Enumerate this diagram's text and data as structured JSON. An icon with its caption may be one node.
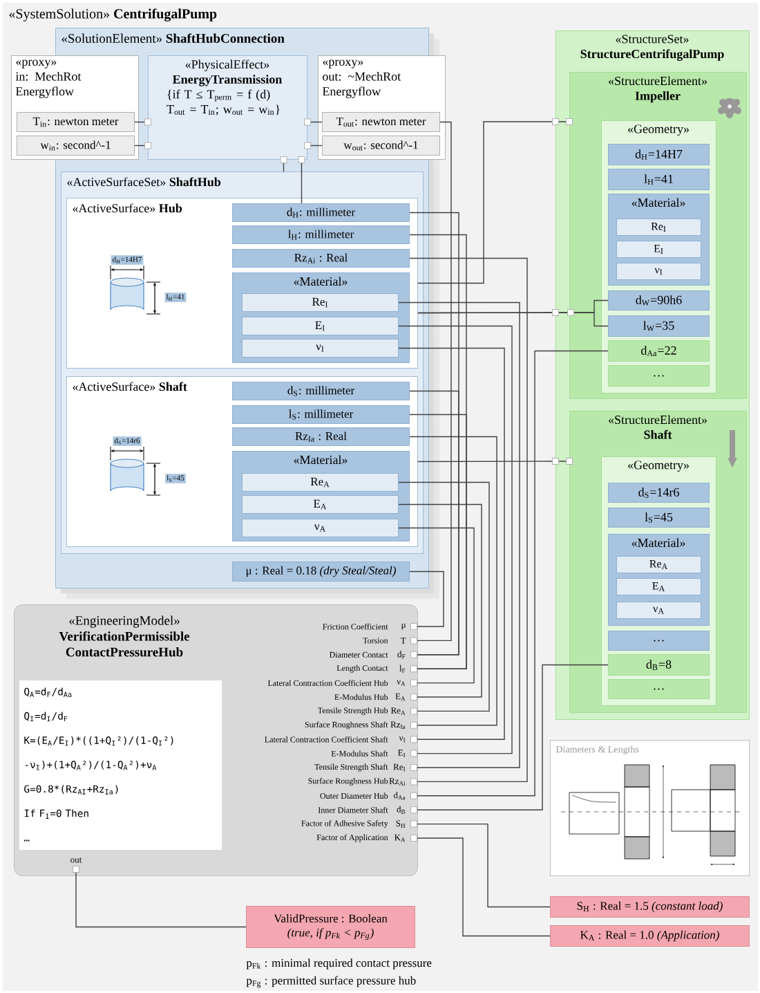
{
  "diagram": {
    "nodes": [
      {
        "text": [
          "«SystemSolution» **CentrifugalPump**"
        ]
      },
      {
        "text": [
          "«SolutionElement» **ShaftHubConnection**"
        ],
        "in": 0
      },
      {
        "text": [
          "«proxy»",
          "in: MechRot Energyflow"
        ],
        "in": 0
      },
      {
        "text": [
          "T$_{in}$: newton meter"
        ],
        "in": 2
      },
      {
        "text": [
          "w$_{in}$: second^-1"
        ],
        "in": 2
      },
      {
        "text": [
          "«PhysicalEffect»",
          "EnergyTransmission",
          "{if T ≤ T$_{perm}$ = f (d) T$_{out}$ = T$_{in}$; w$_{out}$ = w$_{in}$}"
        ],
        "in": 1
      },
      {
        "text": [
          "«proxy»",
          "out: ~MechRot Energyflow"
        ],
        "in": 0
      },
      {
        "text": [
          "T$_{out}$: newton meter"
        ],
        "in": 6
      },
      {
        "text": [
          "w$_{out}$: second^-1"
        ],
        "in": 6
      },
      {
        "text": [
          "«ActiveSurfaceSet» **ShaftHub**"
        ],
        "in": 1
      },
      {
        "text": [
          "«ActiveSurface» **Hub**"
        ],
        "in": 9
      },
      {
        "text": [
          "d$_{H}$: millimeter"
        ],
        "in": 10
      },
      {
        "text": [
          "l$_{H}$: millimeter"
        ],
        "in": 10
      },
      {
        "text": [
          "Rz$_{Ai}$ : Real"
        ],
        "in": 10
      },
      {
        "text": [
          "«Material»"
        ],
        "in": 10
      },
      {
        "text": [
          "Re$_{I}$"
        ],
        "in": 14
      },
      {
        "text": [
          "E$_{I}$"
        ],
        "in": 14
      },
      {
        "text": [
          "ν$_{I}$"
        ],
        "in": 14
      },
      {
        "text": [
          "«ActiveSurface» **Shaft**"
        ],
        "in": 9
      },
      {
        "text": [
          "d$_{S}$: millimeter"
        ],
        "in": 18
      },
      {
        "text": [
          "l$_{S}$: millimeter"
        ],
        "in": 18
      },
      {
        "text": [
          "Rz$_{Ia}$ : Real"
        ],
        "in": 18
      },
      {
        "text": [
          "«Material»"
        ],
        "in": 18
      },
      {
        "text": [
          "Re$_{A}$"
        ],
        "in": 22
      },
      {
        "text": [
          "E$_{A}$"
        ],
        "in": 22
      },
      {
        "text": [
          "ν$_{A}$"
        ],
        "in": 22
      },
      {
        "text": [
          "μ : Real = 0.18 *(dry Steal/Steal)*"
        ],
        "in": 1
      },
      {
        "text": [
          "«StructureSet»",
          "StructureCentrifugalPump"
        ],
        "in": 0
      },
      {
        "text": [
          "«StructureElement»",
          "Impeller"
        ],
        "in": 27
      },
      {
        "text": [
          "«Geometry»"
        ],
        "in": 28
      },
      {
        "text": [
          "d$_{H}$=14H7"
        ],
        "in": 29
      },
      {
        "text": [
          "l$_{H}$=41"
        ],
        "in": 29
      },
      {
        "text": [
          "«Material»"
        ],
        "in": 29
      },
      {
        "text": [
          "Re$_{I}$"
        ],
        "in": 32
      },
      {
        "text": [
          "E$_{I}$"
        ],
        "in": 32
      },
      {
        "text": [
          "ν$_{I}$"
        ],
        "in": 32
      },
      {
        "text": [
          "d$_{W}$=90h6"
        ],
        "in": 29
      },
      {
        "text": [
          "l$_{W}$=35"
        ],
        "in": 29
      },
      {
        "text": [
          "d$_{Aa}$=22"
        ],
        "in": 29
      },
      {
        "text": [
          "…"
        ],
        "in": 29
      },
      {
        "text": [
          "«StructureElement»",
          "Shaft"
        ],
        "in": 27
      },
      {
        "text": [
          "«Geometry»"
        ],
        "in": 40
      },
      {
        "text": [
          "d$_{S}$=14r6"
        ],
        "in": 41
      },
      {
        "text": [
          "l$_{S}$=45"
        ],
        "in": 41
      },
      {
        "text": [
          "«Material»"
        ],
        "in": 41
      },
      {
        "text": [
          "Re$_{A}$"
        ],
        "in": 44
      },
      {
        "text": [
          "E$_{A}$"
        ],
        "in": 44
      },
      {
        "text": [
          "ν$_{A}$"
        ],
        "in": 44
      },
      {
        "text": [
          "…"
        ],
        "in": 41
      },
      {
        "text": [
          "d$_{B}$=8"
        ],
        "in": 41
      },
      {
        "text": [
          "…"
        ],
        "in": 41
      },
      {
        "text": [
          "«EngineeringModel»",
          "VerificationPermissible ContactPressureHub"
        ],
        "in": 0
      },
      {
        "text": [
          "Q$_{A}$=d$_{F}$/d$_{Aa}$",
          "Q$_{I}$=d$_{I}$/d$_{F}$",
          "K=(E$_{A}$/E$_{I}$)*((1+Q$_{I}$²)/(1-Q$_{I}$²) -ν$_{I}$)+(1+Q$_{A}$²)/(1-Q$_{A}$²)+ν$_{A}$",
          "G=0.8*(Rz$_{AI}$+Rz$_{Ia}$)",
          "If F$_{1}$=0 Then",
          "…"
        ],
        "in": 51
      },
      {
        "text": [
          "Friction Coefficient",
          "μ"
        ],
        "in": 51
      },
      {
        "text": [
          "Torsion",
          "T"
        ],
        "in": 51
      },
      {
        "text": [
          "Diameter Contact",
          "d$_{F}$"
        ],
        "in": 51
      },
      {
        "text": [
          "Length Contact",
          "l$_{F}$"
        ],
        "in": 51
      },
      {
        "text": [
          "Lateral Contraction Coefficient Hub",
          "ν$_{A}$"
        ],
        "in": 51
      },
      {
        "text": [
          "E-Modulus Hub",
          "E$_{A}$"
        ],
        "in": 51
      },
      {
        "text": [
          "Tensile Strength Hub",
          "Re$_{A}$"
        ],
        "in": 51
      },
      {
        "text": [
          "Surface Roughness Shaft",
          "Rz$_{Ia}$"
        ],
        "in": 51
      },
      {
        "text": [
          "Lateral Contraction Coefficient Shaft",
          "ν$_{I}$"
        ],
        "in": 51
      },
      {
        "text": [
          "E-Modulus Shaft",
          "E$_{I}$"
        ],
        "in": 51
      },
      {
        "text": [
          "Tensile Strength Shaft",
          "Re$_{I}$"
        ],
        "in": 51
      },
      {
        "text": [
          "Surface Roughness Hub",
          "Rz$_{Ai}$"
        ],
        "in": 51
      },
      {
        "text": [
          "Outer Diameter Hub",
          "d$_{Aa}$"
        ],
        "in": 51
      },
      {
        "text": [
          "Inner Diameter Shaft",
          "d$_{B}$"
        ],
        "in": 51
      },
      {
        "text": [
          "Factor of Adhesive Safety",
          "S$_{H}$"
        ],
        "in": 51
      },
      {
        "text": [
          "Factor of Application",
          "K$_{A}$"
        ],
        "in": 51
      },
      {
        "text": [
          "out"
        ],
        "in": 51
      },
      {
        "text": [
          "ValidPressure : Boolean",
          "(true, if p$_{Fk}$ < p$_{Fg}$)"
        ],
        "in": 0
      },
      {
        "text": [
          "S$_{H}$ : Real = 1.5 *(constant load)*"
        ],
        "in": 0
      },
      {
        "text": [
          "K$_{A}$ : Real = 1.0 *(Application)*"
        ],
        "in": 0
      },
      {
        "text": [
          "Diameters & Lengths"
        ],
        "in": 0
      }
    ],
    "edges": [
      {
        "from": 3,
        "to": 5,
        "arrow": "none"
      },
      {
        "from": 4,
        "to": 5,
        "arrow": "none"
      },
      {
        "from": 5,
        "to": 7,
        "arrow": "none"
      },
      {
        "from": 5,
        "to": 8,
        "arrow": "none"
      },
      {
        "from": 5,
        "to": 9,
        "arrow": "none"
      },
      {
        "from": 5,
        "to": 11,
        "arrow": "none"
      },
      {
        "from": 28,
        "to": 10,
        "arrow": "none"
      },
      {
        "from": 36,
        "to": 10,
        "arrow": "none"
      },
      {
        "from": 37,
        "to": 10,
        "arrow": "none"
      },
      {
        "from": 40,
        "to": 18,
        "arrow": "none"
      },
      {
        "from": 26,
        "to": 53,
        "arrow": "none"
      },
      {
        "from": 7,
        "to": 54,
        "arrow": "none"
      },
      {
        "from": 11,
        "to": 55,
        "arrow": "none"
      },
      {
        "from": 19,
        "to": 55,
        "arrow": "none"
      },
      {
        "from": 12,
        "to": 56,
        "arrow": "none"
      },
      {
        "from": 20,
        "to": 56,
        "arrow": "none"
      },
      {
        "from": 25,
        "to": 57,
        "arrow": "none"
      },
      {
        "from": 24,
        "to": 58,
        "arrow": "none"
      },
      {
        "from": 23,
        "to": 59,
        "arrow": "none"
      },
      {
        "from": 21,
        "to": 60,
        "arrow": "none"
      },
      {
        "from": 17,
        "to": 61,
        "arrow": "none"
      },
      {
        "from": 16,
        "to": 62,
        "arrow": "none"
      },
      {
        "from": 15,
        "to": 63,
        "arrow": "none"
      },
      {
        "from": 13,
        "to": 64,
        "arrow": "none"
      },
      {
        "from": 38,
        "to": 65,
        "arrow": "none"
      },
      {
        "from": 49,
        "to": 66,
        "arrow": "none"
      },
      {
        "from": 67,
        "to": 71,
        "arrow": "none"
      },
      {
        "from": 68,
        "to": 72,
        "arrow": "none"
      },
      {
        "from": 69,
        "to": 70,
        "arrow": "none"
      }
    ],
    "labels": [
      "d$_{H}$=14H7",
      "l$_{H}$=41",
      "d$_{S}$=14r6",
      "l$_{S}$=45",
      "p$_{Fk}$ : minimal required contact pressure",
      "p$_{Fg}$ : permitted surface pressure hub"
    ]
  }
}
